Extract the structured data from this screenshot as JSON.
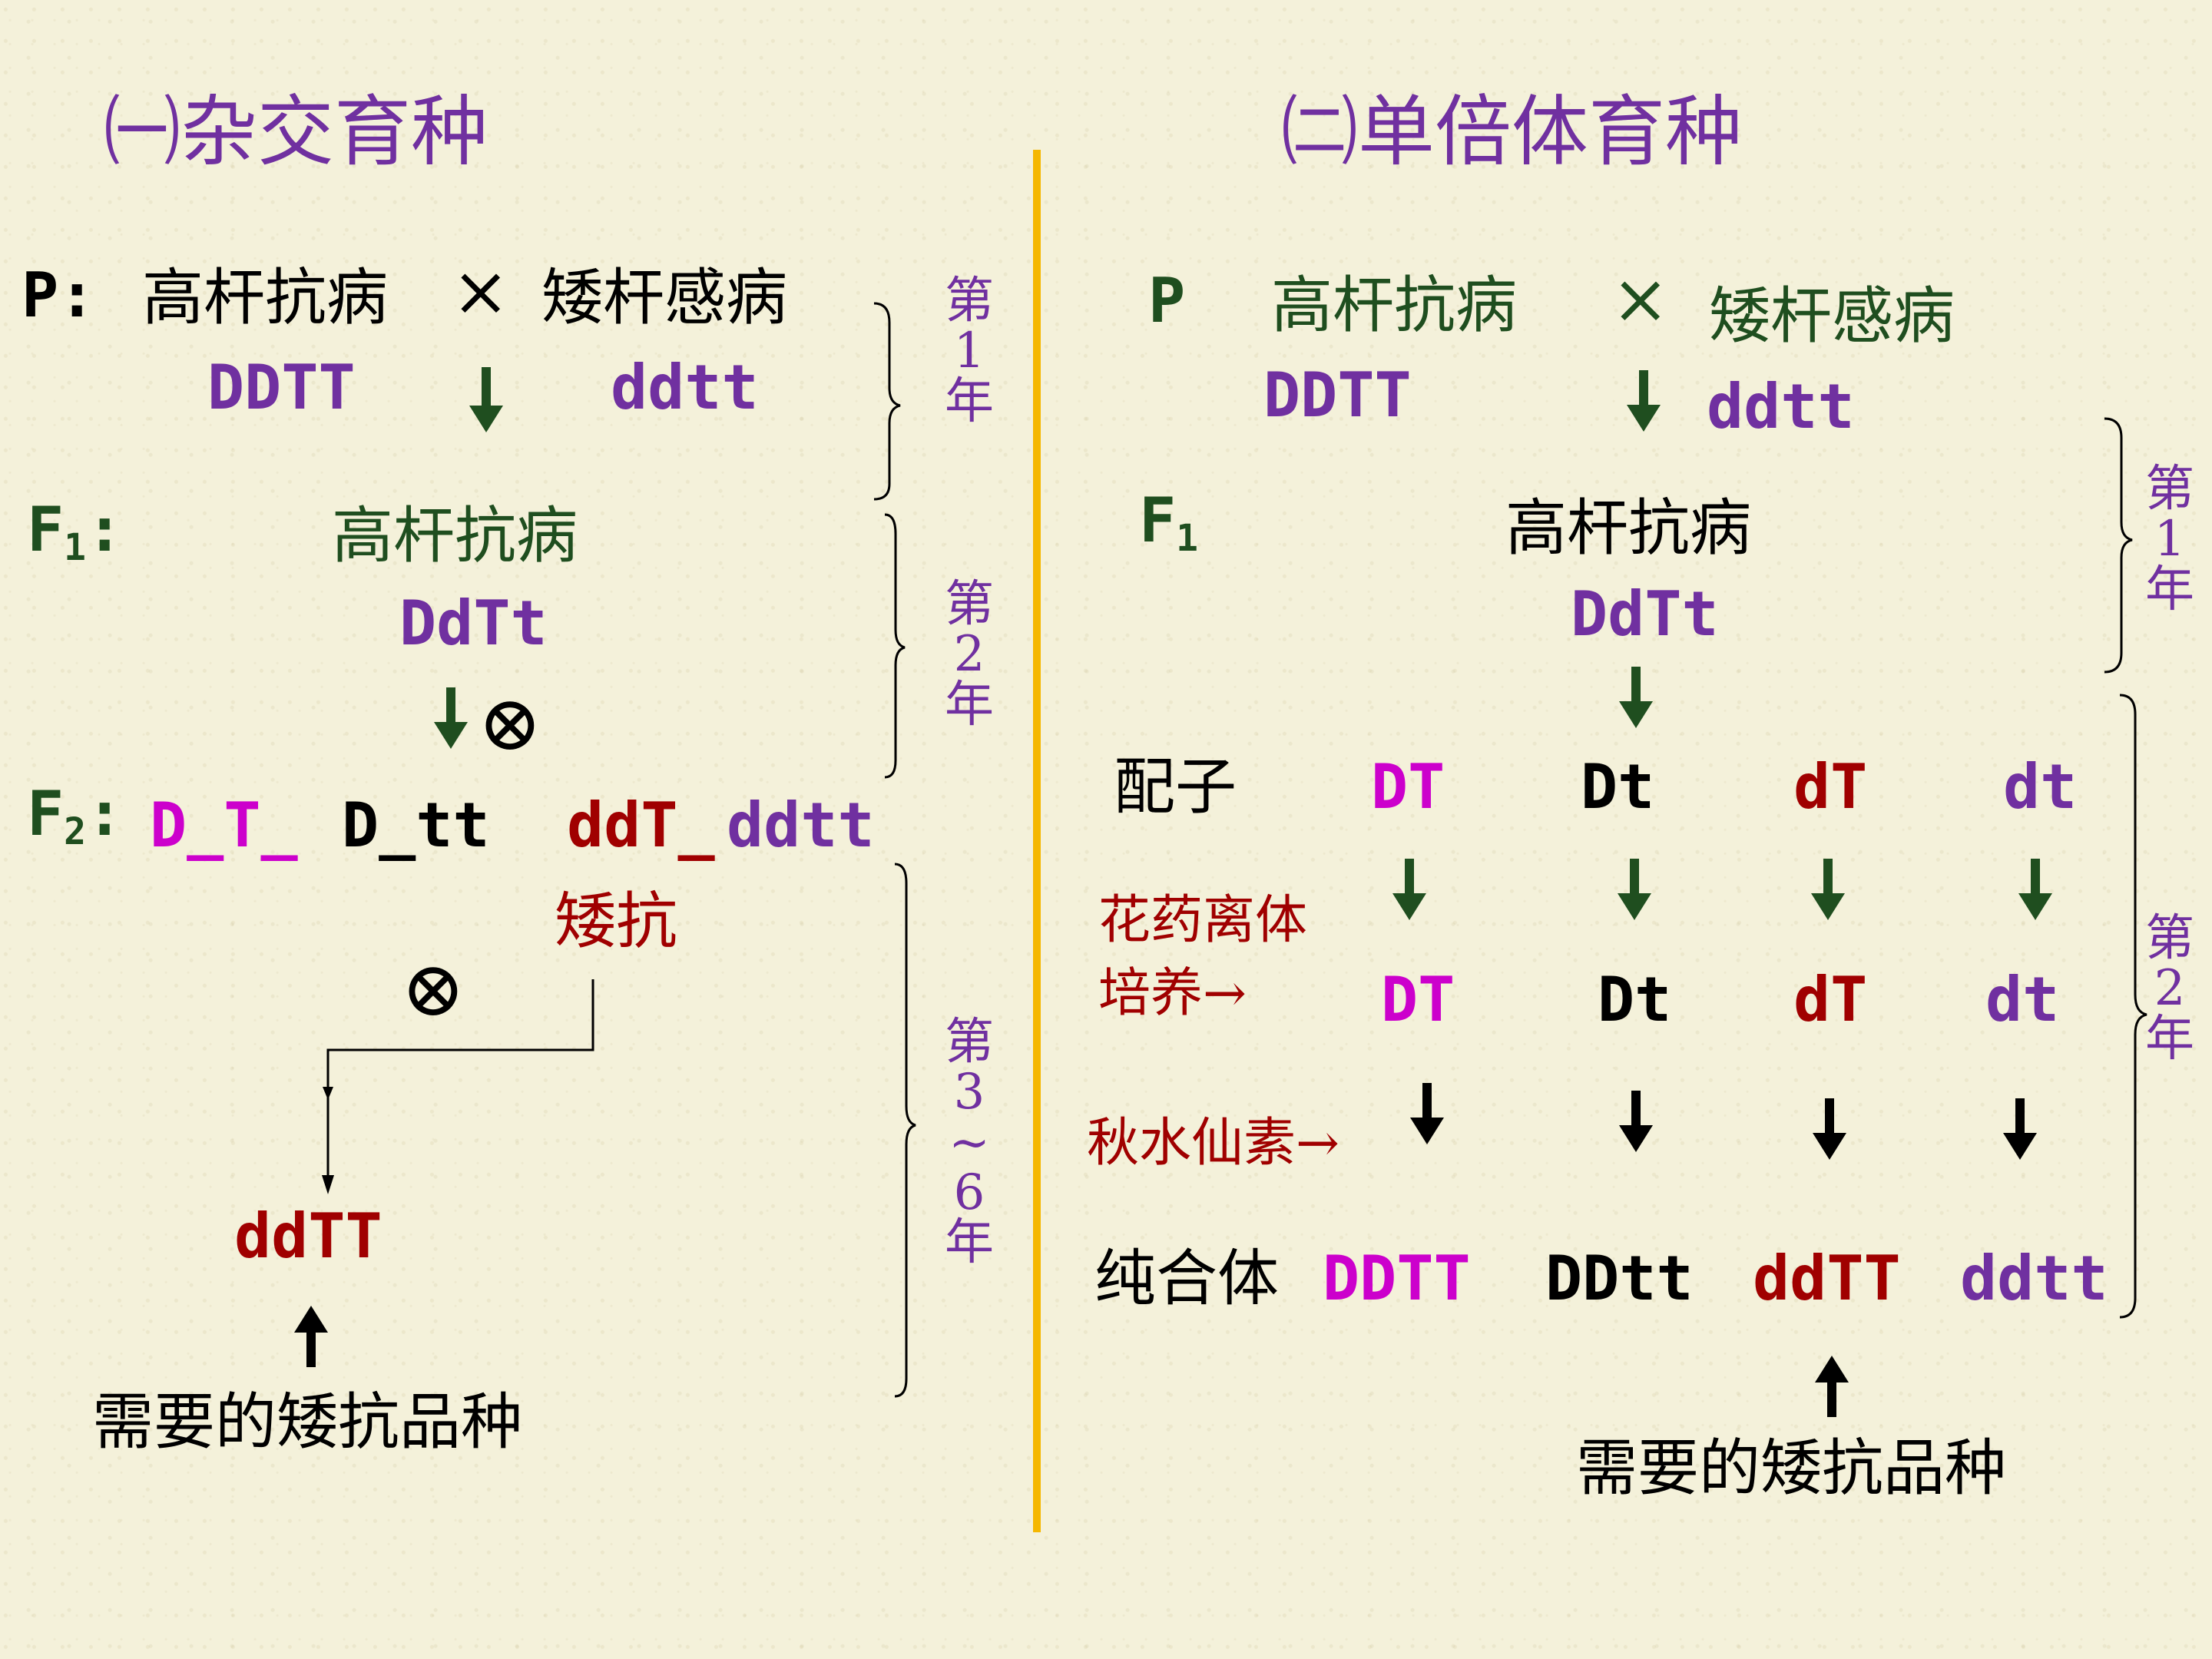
{
  "colors": {
    "purple": "#7030a0",
    "green": "#1f4e1f",
    "red": "#a00000",
    "magenta": "#cc00cc",
    "black": "#000000",
    "divider": "#f5b700"
  },
  "left": {
    "title": "㈠杂交育种",
    "p_label": "P:",
    "p_parent1": "高杆抗病",
    "p_cross": "×",
    "p_parent2": "矮杆感病",
    "p_geno1": "DDTT",
    "p_geno2": "ddtt",
    "f1_label": "F",
    "f1_sub": "1",
    "f1_colon": ":",
    "f1_pheno": "高杆抗病",
    "f1_geno": "DdTt",
    "self_symbol": "⊗",
    "f2_label": "F",
    "f2_sub": "2",
    "f2_colon": ":",
    "f2_g1": "D_T_",
    "f2_g2": "D_tt",
    "f2_g3": "ddT_",
    "f2_g4": "ddtt",
    "f2_target": "矮抗",
    "self_symbol2": "⊗",
    "final_geno": "ddTT",
    "final_label": "需要的矮抗品种",
    "year1": "第1年",
    "year2": "第2年",
    "year3": "第3~6年"
  },
  "right": {
    "title": "㈡单倍体育种",
    "p_label": "P",
    "p_parent1": "高杆抗病",
    "p_cross": "×",
    "p_parent2": "矮杆感病",
    "p_geno1": "DDTT",
    "p_geno2": "ddtt",
    "f1_label": "F",
    "f1_sub": "1",
    "f1_pheno": "高杆抗病",
    "f1_geno": "DdTt",
    "gamete_label": "配子",
    "gametes": [
      "DT",
      "Dt",
      "dT",
      "dt"
    ],
    "anther_label_1": "花药离体",
    "anther_label_2": "培养→",
    "haploids": [
      "DT",
      "Dt",
      "dT",
      "dt"
    ],
    "colchicine_label": "秋水仙素→",
    "pure_label": "纯合体",
    "pure": [
      "DDTT",
      "DDtt",
      "ddTT",
      "ddtt"
    ],
    "final_label": "需要的矮抗品种",
    "year1": "第1年",
    "year2": "第2年"
  }
}
